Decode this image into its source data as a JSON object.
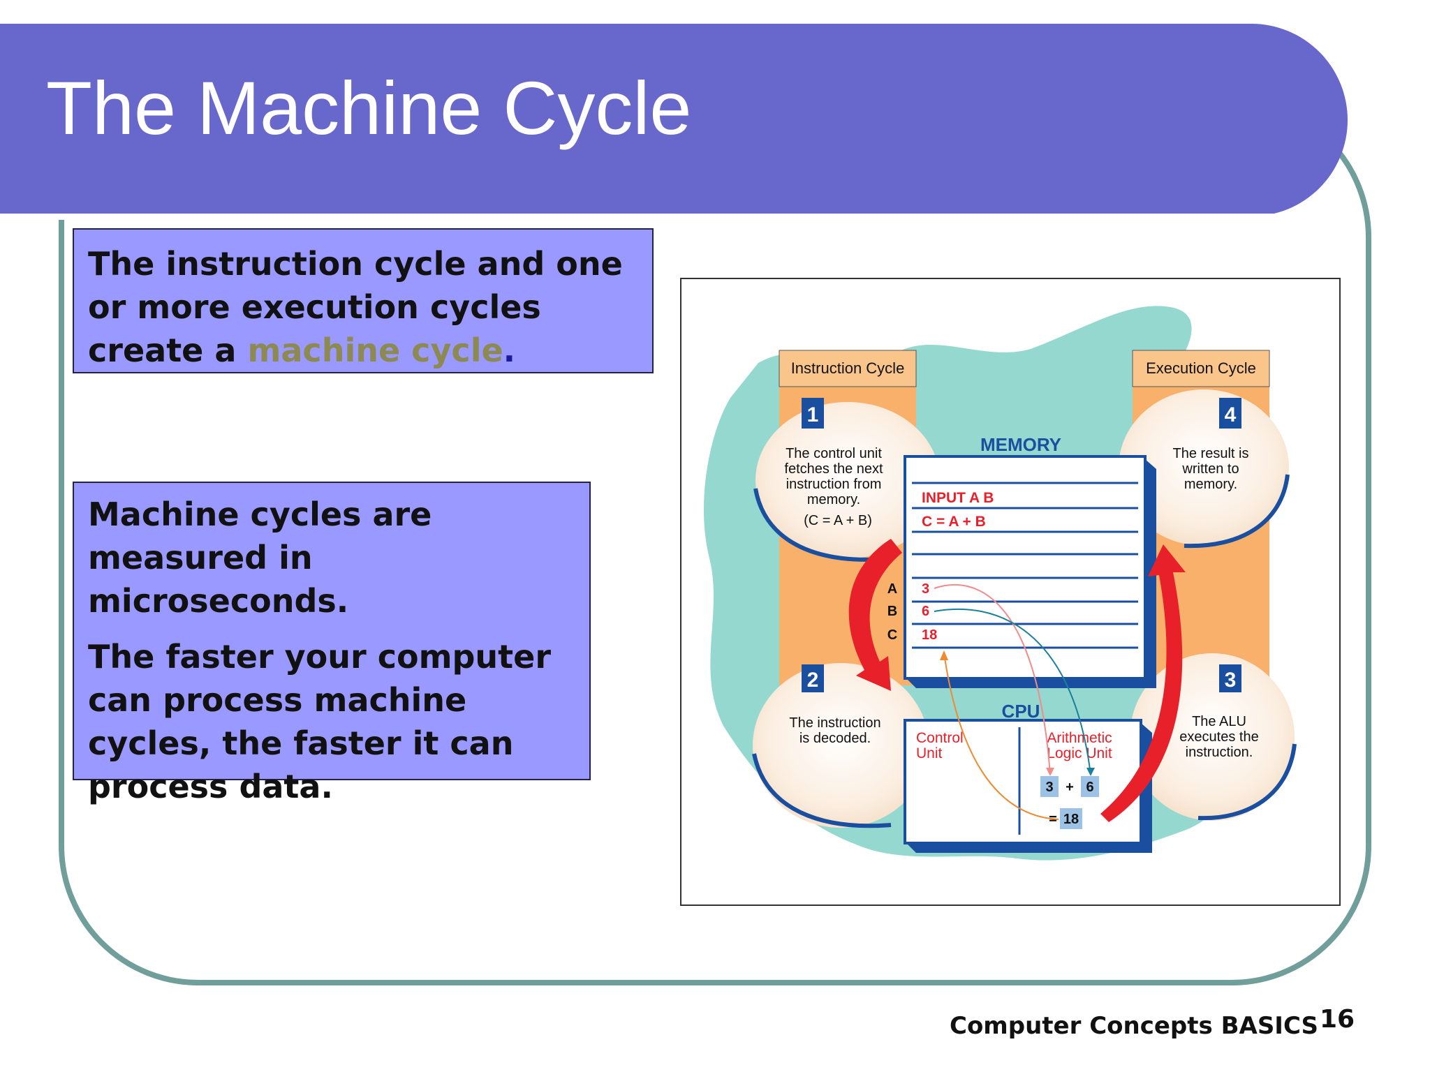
{
  "slide": {
    "title": "The Machine Cycle",
    "box1": {
      "text_before": "The instruction cycle and one or more execution cycles create a ",
      "highlight": "machine cycle",
      "text_after": "."
    },
    "box2": {
      "para1": "Machine cycles are measured in microseconds.",
      "para2": "The faster your computer can process machine cycles, the faster it can process data."
    },
    "footer": "Computer Concepts BASICS",
    "page_number": "16"
  },
  "diagram": {
    "instruction_cycle_label": "Instruction Cycle",
    "execution_cycle_label": "Execution Cycle",
    "step1_number": "1",
    "step1_lines": [
      "The control unit",
      "fetches the next",
      "instruction from",
      "memory.",
      "(C = A + B)"
    ],
    "step2_number": "2",
    "step2_lines": [
      "The instruction",
      "is decoded."
    ],
    "step3_number": "3",
    "step3_lines": [
      "The ALU",
      "executes the",
      "instruction."
    ],
    "step4_number": "4",
    "step4_lines": [
      "The result is",
      "written to",
      "memory."
    ],
    "memory_label": "MEMORY",
    "memory_line1": "INPUT A B",
    "memory_line2": "C = A + B",
    "var_a": "A",
    "var_b": "B",
    "var_c": "C",
    "val_a": "3",
    "val_b": "6",
    "val_c": "18",
    "cpu_label": "CPU",
    "control_unit_lines": [
      "Control",
      "Unit"
    ],
    "alu_lines": [
      "Arithmetic",
      "Logic Unit"
    ],
    "alu_op1": "3",
    "alu_plus": "+",
    "alu_op2": "6",
    "alu_eq": "=",
    "alu_result": "18"
  },
  "colors": {
    "banner": "#6767cc",
    "textbox": "#9999ff",
    "highlight": "#8c8a50",
    "frame": "#6f9e9b",
    "teal": "#8fd6cc",
    "orange": "#f8b06a",
    "red": "#e8202a",
    "blue": "#1a4fa0"
  }
}
